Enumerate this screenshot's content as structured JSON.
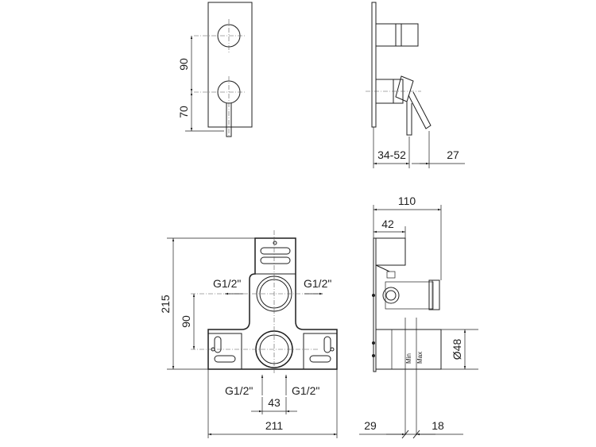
{
  "top_front": {
    "dim_upper": "90",
    "dim_lower": "70"
  },
  "top_side": {
    "dim_depth": "34-52",
    "dim_lever": "27"
  },
  "bottom_front": {
    "dim_height": "215",
    "dim_inner": "90",
    "dim_width": "211",
    "dim_spacing": "43",
    "port_upper_left": "G1/2\"",
    "port_upper_right": "G1/2\"",
    "port_lower_left": "G1/2\"",
    "port_lower_right": "G1/2\""
  },
  "bottom_side": {
    "dim_total": "110",
    "dim_plate": "42",
    "dim_diameter": "Ø48",
    "dim_left": "29",
    "dim_right": "18",
    "label_min": "Min",
    "label_max": "Max"
  }
}
